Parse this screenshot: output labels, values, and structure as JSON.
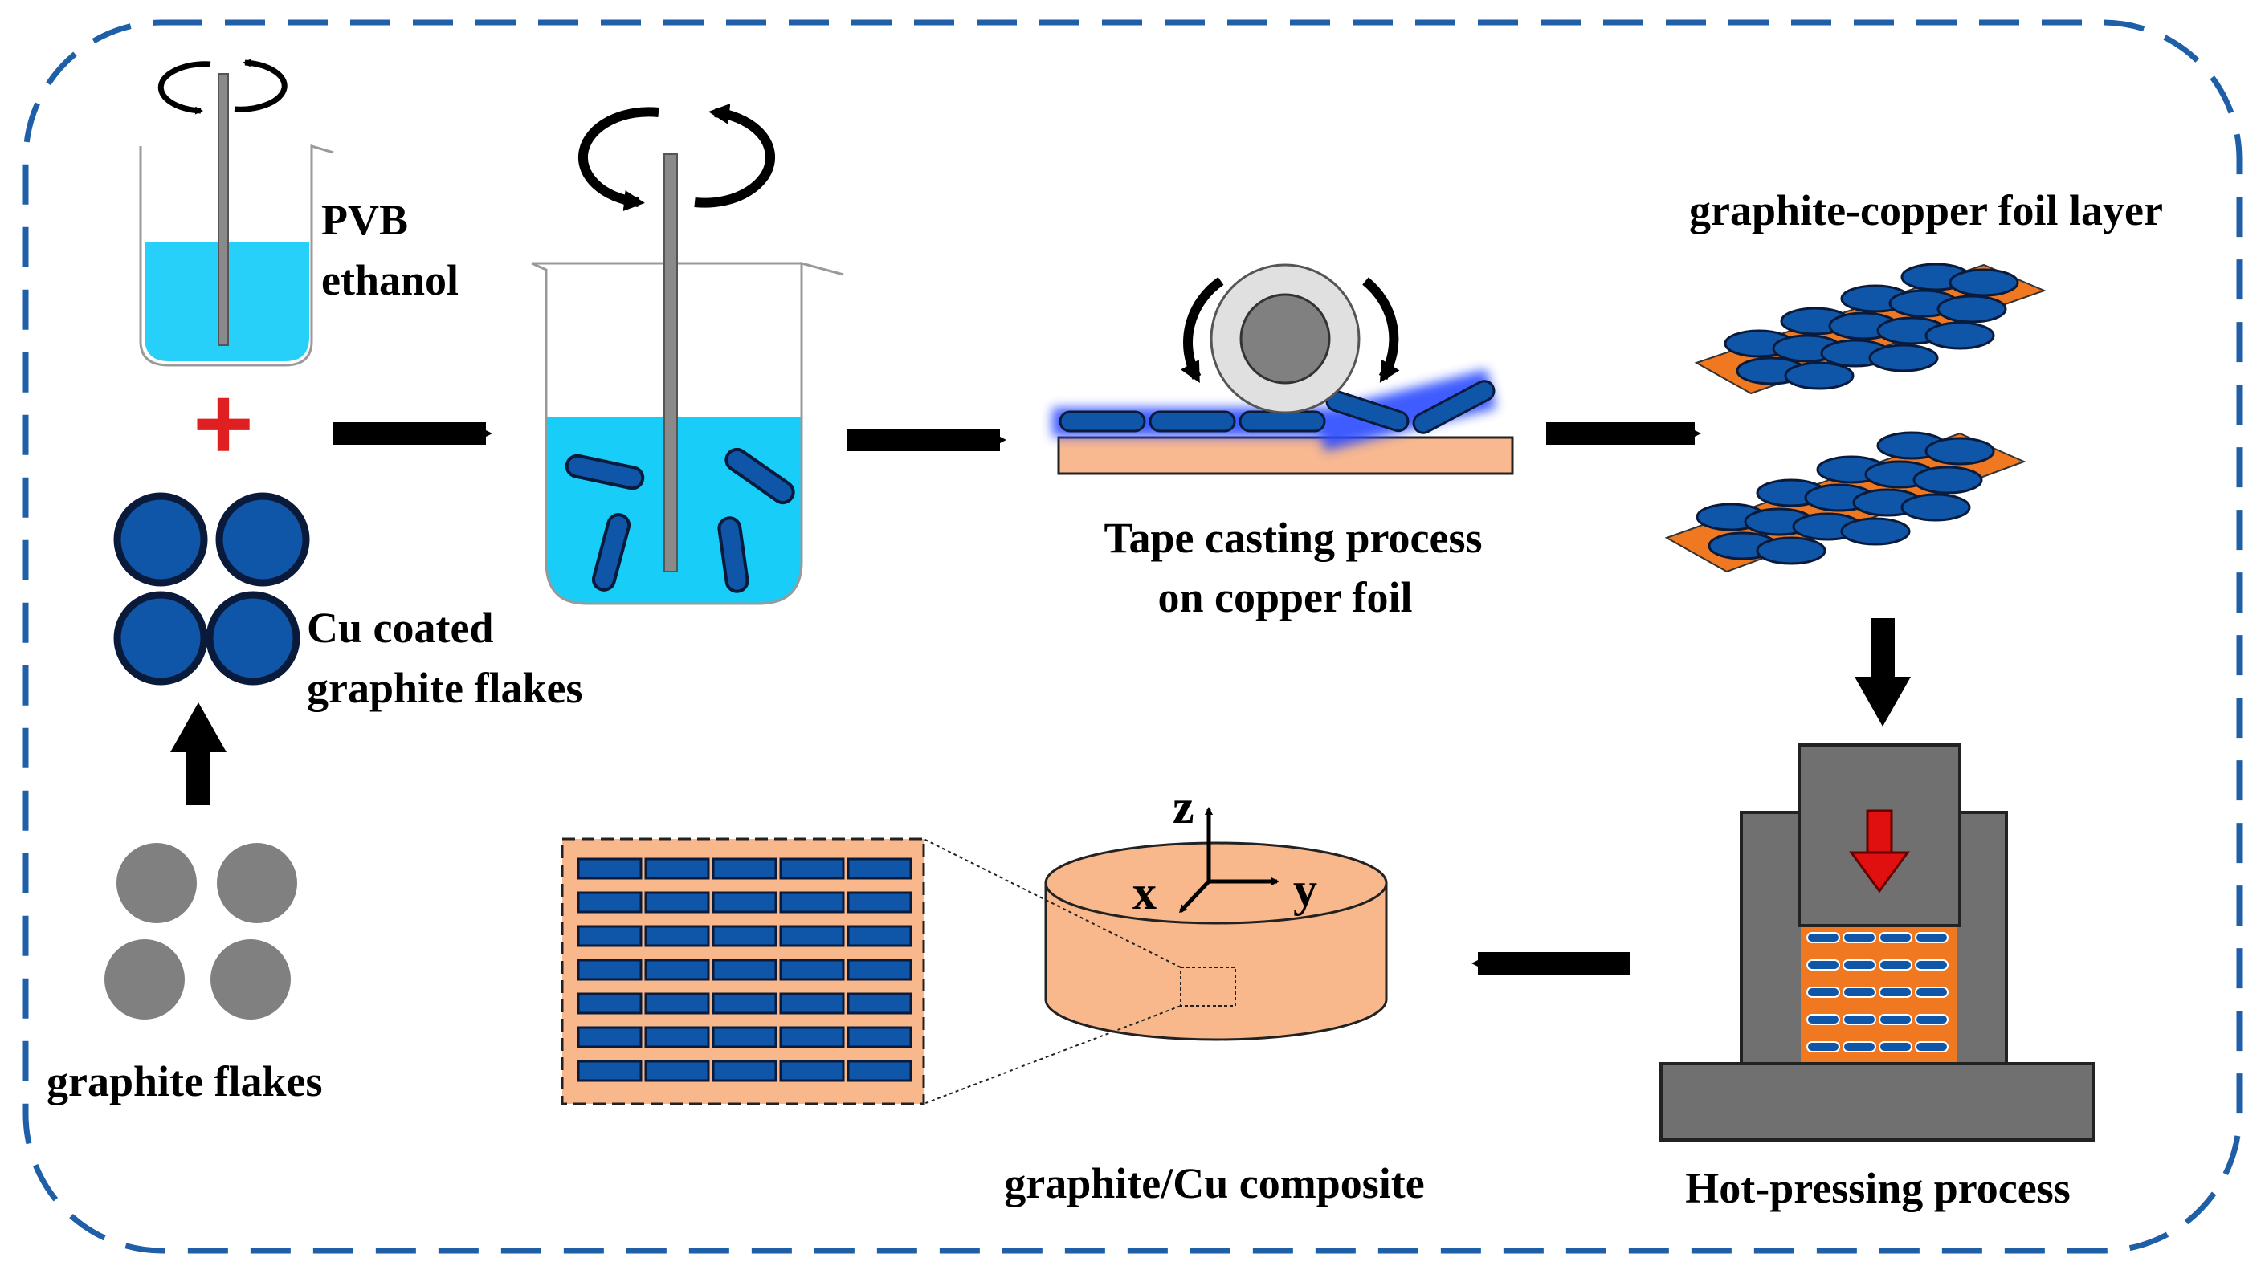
{
  "labels": {
    "pvb_line1": "PVB",
    "pvb_line2": "ethanol",
    "cu_line1": "Cu coated",
    "cu_line2": "graphite flakes",
    "graphite_flakes": "graphite flakes",
    "tape_line1": "Tape casting process",
    "tape_line2": "on copper foil",
    "foil_layer": "graphite-copper foil layer",
    "hot_pressing": "Hot-pressing process",
    "composite": "graphite/Cu composite",
    "plus_sign": "+",
    "axis_z": "z",
    "axis_x": "x",
    "axis_y": "y"
  },
  "colors": {
    "frame_dash": "#1e5fa8",
    "solution": "#00c8f8",
    "coated_flake": "#0f55a8",
    "coated_flake_edge": "#0a1a3a",
    "graphite": "#808080",
    "copper_foil": "#f8b890",
    "foil_sheet": "#f07820",
    "press_metal": "#707070",
    "press_arrow": "#e01010",
    "plus": "#e02020",
    "composite_body": "#f8b88c"
  }
}
